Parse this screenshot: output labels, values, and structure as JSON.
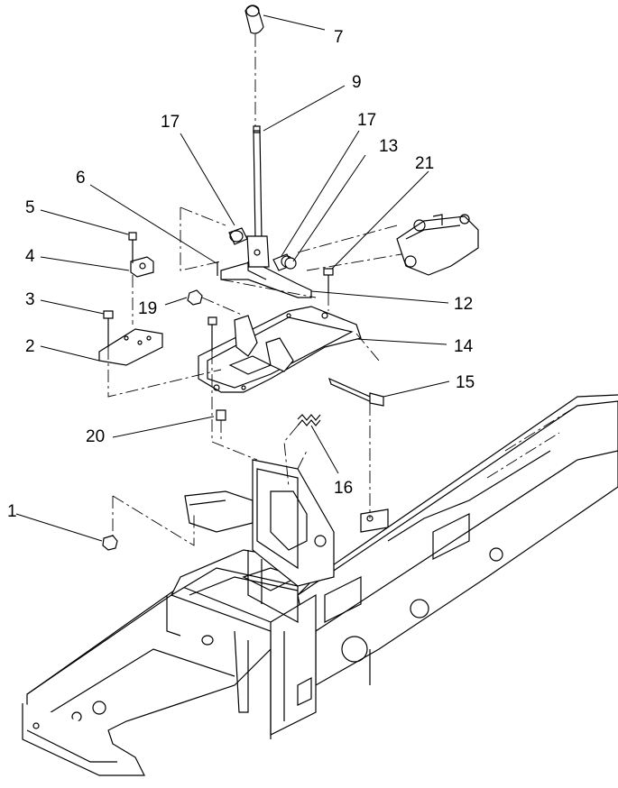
{
  "diagram": {
    "callouts": [
      {
        "id": "7",
        "text": "7"
      },
      {
        "id": "9",
        "text": "9"
      },
      {
        "id": "17a",
        "text": "17"
      },
      {
        "id": "17b",
        "text": "17"
      },
      {
        "id": "13",
        "text": "13"
      },
      {
        "id": "21",
        "text": "21"
      },
      {
        "id": "6",
        "text": "6"
      },
      {
        "id": "5",
        "text": "5"
      },
      {
        "id": "4",
        "text": "4"
      },
      {
        "id": "3",
        "text": "3"
      },
      {
        "id": "19",
        "text": "19"
      },
      {
        "id": "12",
        "text": "12"
      },
      {
        "id": "2",
        "text": "2"
      },
      {
        "id": "14",
        "text": "14"
      },
      {
        "id": "15",
        "text": "15"
      },
      {
        "id": "20",
        "text": "20"
      },
      {
        "id": "16",
        "text": "16"
      },
      {
        "id": "1",
        "text": "1"
      }
    ]
  }
}
